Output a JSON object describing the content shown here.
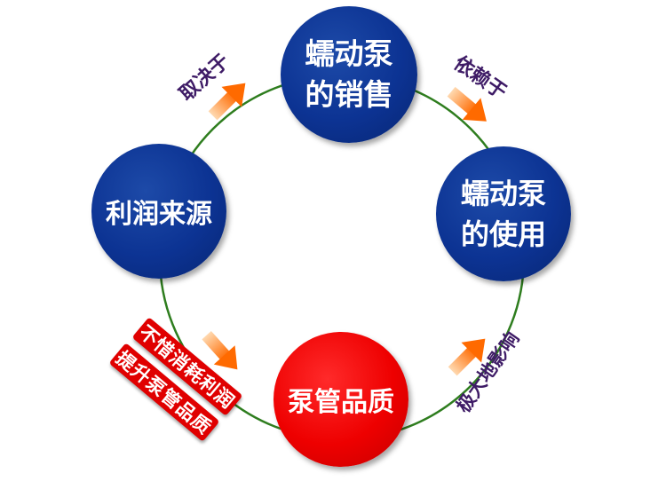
{
  "nodes": {
    "sales": [
      "蠕动泵",
      "的销售"
    ],
    "use": [
      "蠕动泵",
      "的使用"
    ],
    "profit": "利润来源",
    "quality": "泵管品质"
  },
  "relations": {
    "depends_on": "取决于",
    "relies_on": "依赖于",
    "influence": "极大地影响",
    "sacrifice_line1": "不惜消耗利润",
    "sacrifice_line2": "提升泵管品质"
  },
  "colors": {
    "node_blue": "#0c3393",
    "node_red": "#ee0000",
    "ring": "#2e7d1e",
    "arrow": "#ff7b1c",
    "label_dark": "#3e1b66"
  }
}
